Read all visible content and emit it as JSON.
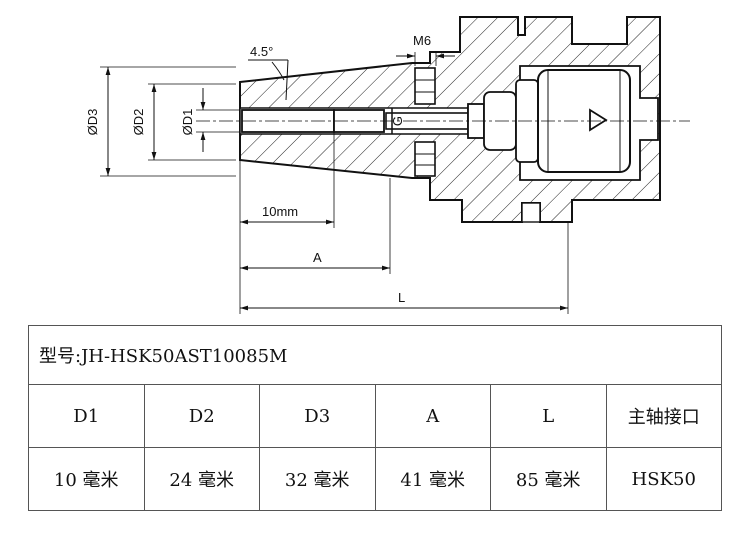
{
  "drawing": {
    "labels": {
      "angle": "4.5°",
      "thread": "M6",
      "d1": "ØD1",
      "d2": "ØD2",
      "d3": "ØD3",
      "g": "G",
      "depth": "10mm",
      "a": "A",
      "l": "L"
    }
  },
  "spec": {
    "model_label": "型号:JH-HSK50AST10085M",
    "headers": [
      "D1",
      "D2",
      "D3",
      "A",
      "L",
      "主轴接口"
    ],
    "values": [
      "10 毫米",
      "24 毫米",
      "32 毫米",
      "41 毫米",
      "85 毫米",
      "HSK50"
    ]
  }
}
